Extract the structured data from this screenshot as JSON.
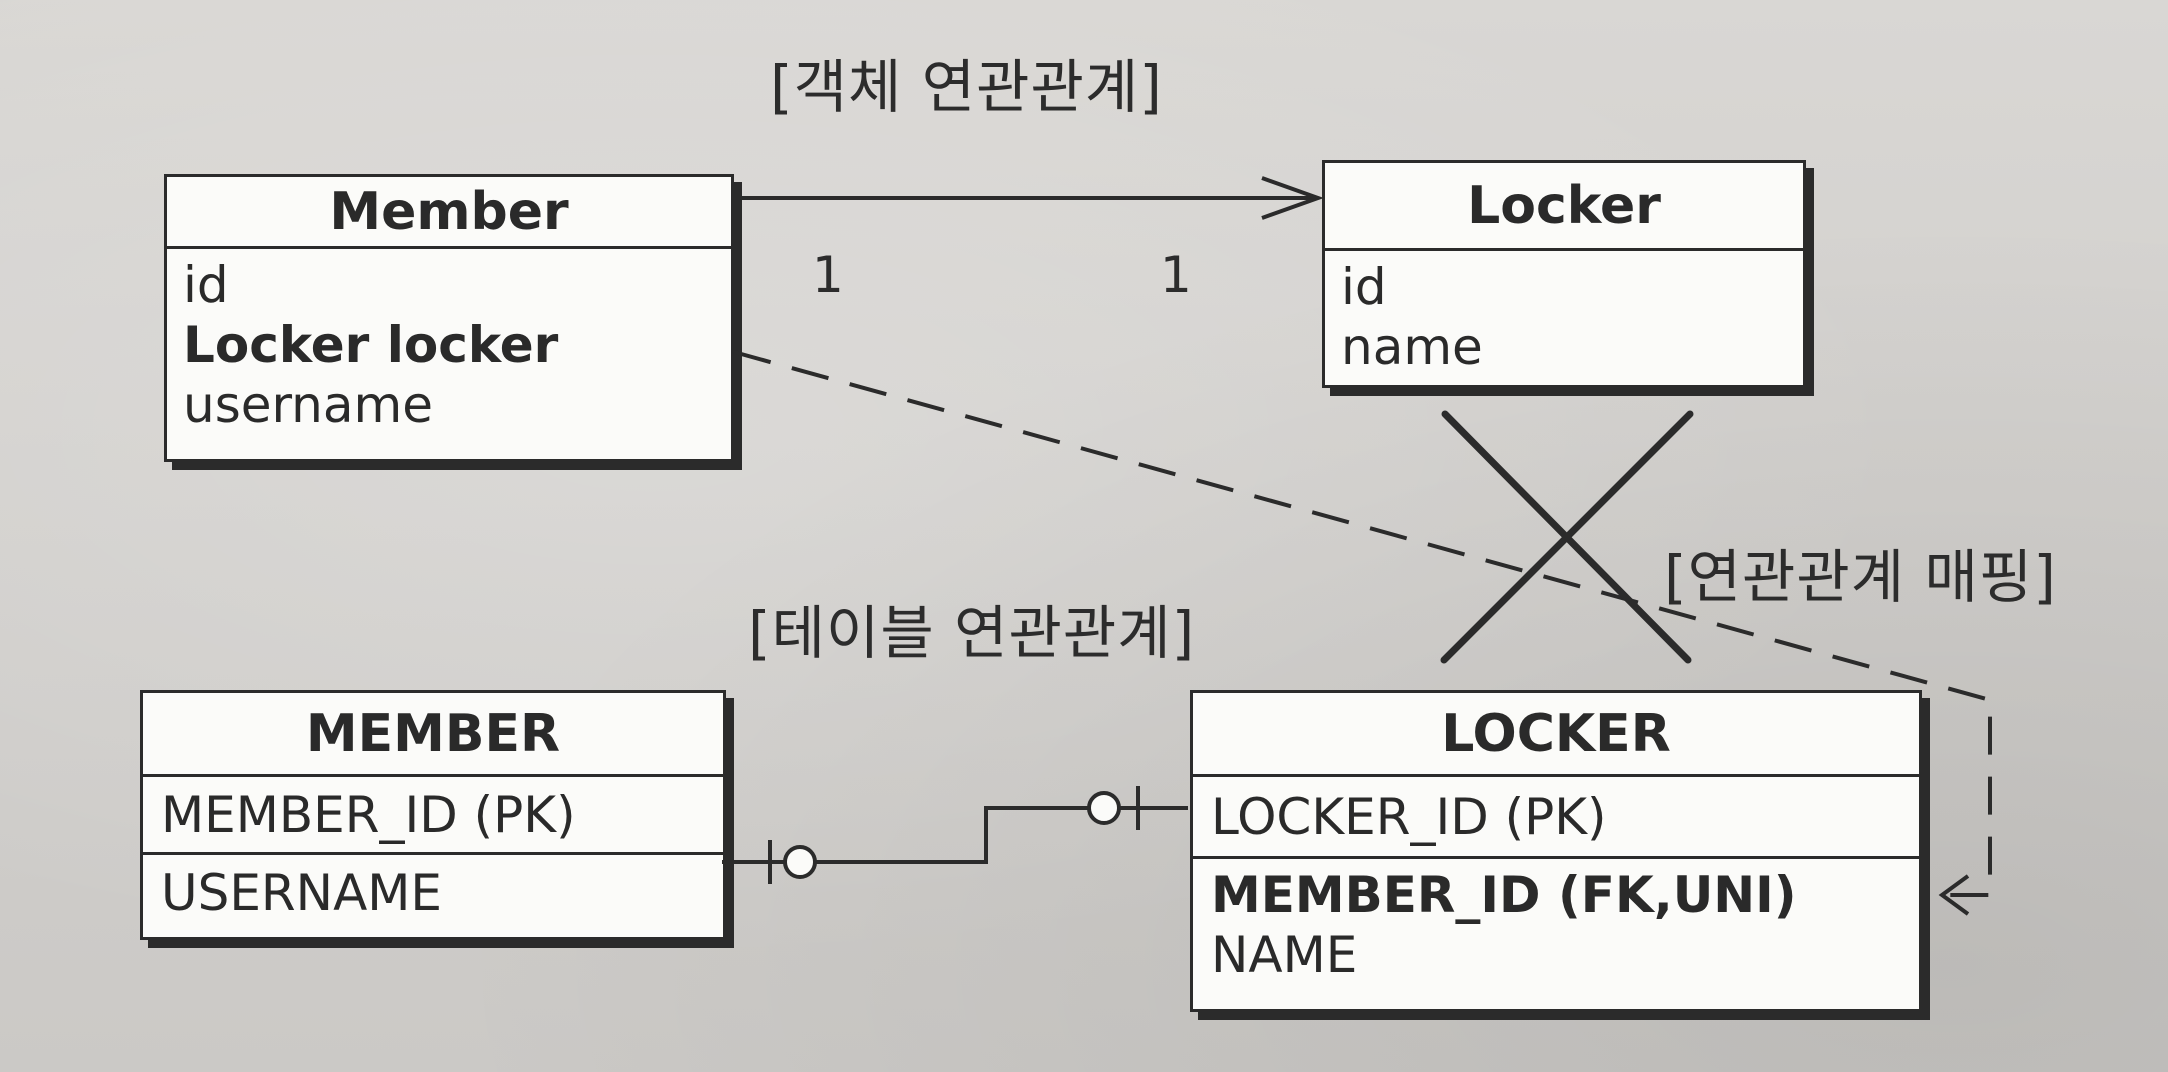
{
  "captions": {
    "object_relation": "[객체 연관관계]",
    "table_relation": "[테이블 연관관계]",
    "mapping": "[연관관계 매핑]"
  },
  "object_model": {
    "member": {
      "title": "Member",
      "fields": [
        "id",
        "Locker locker",
        "username"
      ]
    },
    "locker": {
      "title": "Locker",
      "fields": [
        "id",
        "name"
      ]
    },
    "multiplicity": {
      "source": "1",
      "target": "1"
    }
  },
  "table_model": {
    "member": {
      "title": "MEMBER",
      "pk": [
        "MEMBER_ID (PK)"
      ],
      "columns": [
        "USERNAME"
      ]
    },
    "locker": {
      "title": "LOCKER",
      "pk": [
        "LOCKER_ID (PK)"
      ],
      "columns": [
        "MEMBER_ID (FK,UNI)",
        "NAME"
      ]
    }
  }
}
